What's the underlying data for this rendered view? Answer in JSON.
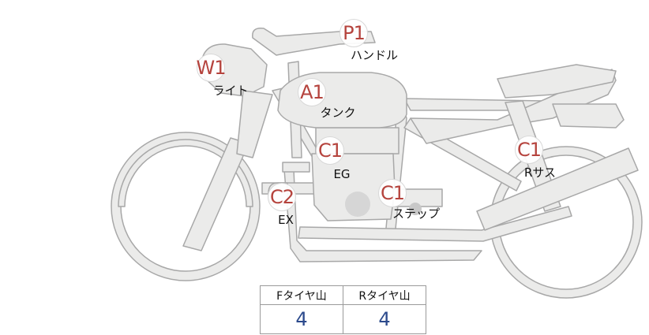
{
  "colors": {
    "bike_fill": "#ebebea",
    "bike_stroke": "#a8a8a8",
    "marker_text": "#b5433d",
    "value_text": "#2c4a8c"
  },
  "points": [
    {
      "id": "p1",
      "code": "P1",
      "label": "ハンドル"
    },
    {
      "id": "w1",
      "code": "W1",
      "label": "ライト"
    },
    {
      "id": "a1",
      "code": "A1",
      "label": "タンク"
    },
    {
      "id": "c1-eg",
      "code": "C1",
      "label": "EG"
    },
    {
      "id": "c1-step",
      "code": "C1",
      "label": "ステップ"
    },
    {
      "id": "c1-rsus",
      "code": "C1",
      "label": "Rサス"
    },
    {
      "id": "c2",
      "code": "C2",
      "label": "EX"
    }
  ],
  "tread": {
    "front_header": "Fタイヤ山",
    "rear_header": "Rタイヤ山",
    "front_value": "4",
    "rear_value": "4"
  }
}
